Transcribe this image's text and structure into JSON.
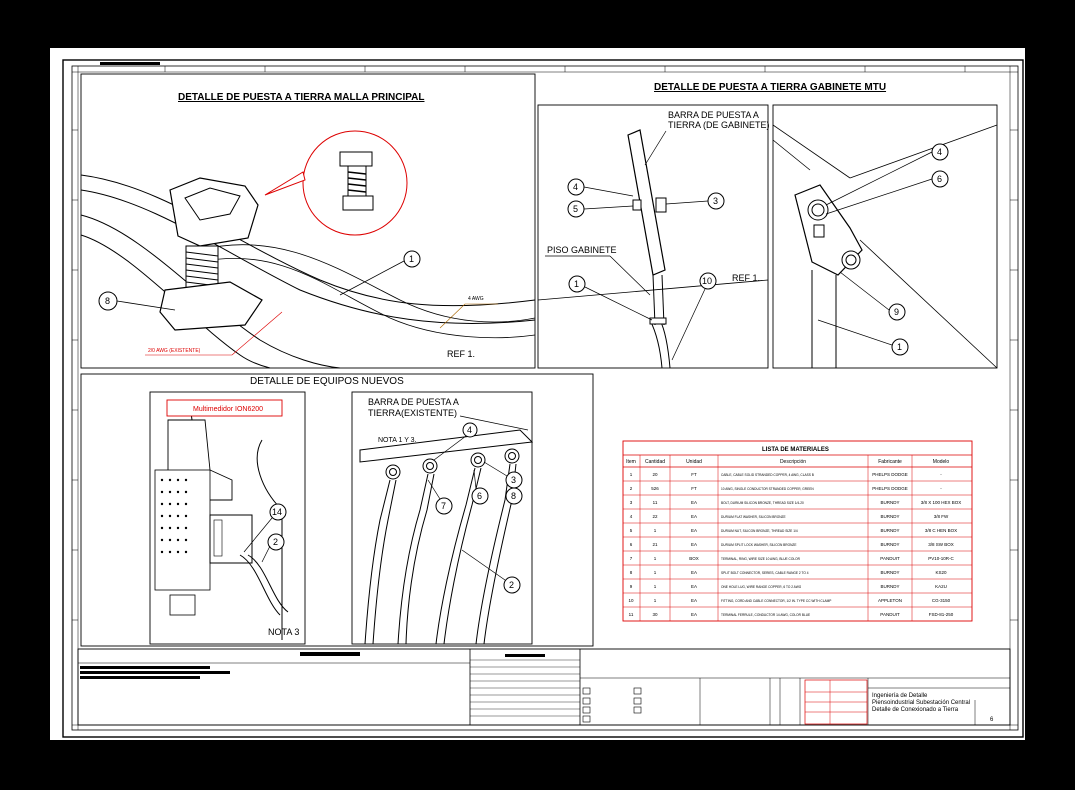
{
  "titles": {
    "main_ground": "DETALLE DE PUESTA A TIERRA MALLA PRINCIPAL",
    "cabinet_ground": "DETALLE DE PUESTA A TIERRA GABINETE MTU",
    "new_equipment": "DETALLE DE EQUIPOS NUEVOS"
  },
  "labels": {
    "awg4": "4 AWG",
    "awg20": "2/0 AWG (EXISTENTE)",
    "ref1": "REF 1.",
    "barra_gabinete": "BARRA DE PUESTA A TIERRA (DE GABINETE)",
    "barra_gabinete_l1": "BARRA DE PUESTA A",
    "barra_gabinete_l2": "TIERRA (DE GABINETE)",
    "piso_gabinete": "PISO GABINETE",
    "multimedidor": "Multimedidor ION6200",
    "barra_existente_l1": "BARRA DE PUESTA A",
    "barra_existente_l2": "TIERRA(EXISTENTE)",
    "nota1y3": "NOTA 1 Y 3.",
    "nota3": "NOTA 3"
  },
  "callouts": {
    "n1": "1",
    "n2": "2",
    "n3": "3",
    "n4": "4",
    "n5": "5",
    "n6": "6",
    "n7": "7",
    "n8": "8",
    "n9": "9",
    "n10": "10",
    "n14": "14"
  },
  "materials": {
    "title": "LISTA DE MATERIALES",
    "headers": [
      "Item",
      "Cantidad",
      "Unidad",
      "Descripción",
      "Fabricante",
      "Modelo"
    ],
    "rows": [
      [
        "1",
        "20",
        "FT",
        "CABLE, CABLE SOLID STRANDED COPPER, 4 AWG, CLASS B",
        "PHELPS DODGE",
        "-"
      ],
      [
        "2",
        "526",
        "FT",
        "10 AWG, SINGLE CONDUCTOR STRANDED COPPER, GREEN",
        "PHELPS DODGE",
        "-"
      ],
      [
        "3",
        "11",
        "EA",
        "BOLT, DURIUM SILICON BRONZE, THREAD SIZE 1/4-20",
        "BURNDY",
        "3/8 X 100 HEX BOX"
      ],
      [
        "4",
        "22",
        "EA",
        "DURIUM FLAT WASHER, SILICON BRONZE",
        "BURNDY",
        "3/8 FW"
      ],
      [
        "5",
        "1",
        "EA",
        "DURIUM NUT, SILICON BRONZE, THREAD SIZE 1/4",
        "BURNDY",
        "3/8 C HEN BOX"
      ],
      [
        "6",
        "21",
        "EA",
        "DURIUM SPLIT LOCK WASHER, SILICON BRONZE",
        "BURNDY",
        "3/8 SW BOX"
      ],
      [
        "7",
        "1",
        "BOX",
        "TERMINAL, RING, WIRE SIZE 10 AWG, BLUE COLOR",
        "PANDUIT",
        "PV10-10R-C"
      ],
      [
        "8",
        "1",
        "EA",
        "SPLIT BOLT CONNECTOR, SERIES, CABLE RANGE 2 TO 4",
        "BURNDY",
        "KS20"
      ],
      [
        "9",
        "1",
        "EA",
        "ONE HOLE LUG, WIRE RANGE COPPER, 6 TO 2 AWG",
        "BURNDY",
        "KA2U"
      ],
      [
        "10",
        "1",
        "EA",
        "FITTING, CORD AND CABLE CONNECTOR, 1/2 IN. TYPE CC WITH CLAMP",
        "APPLETON",
        "CG-3150"
      ],
      [
        "11",
        "30",
        "EA",
        "TERMINAL FERRULE, CONDUCTOR 14 AWG, COLOR BLUE",
        "PANDUIT",
        "FSD-81-250"
      ]
    ]
  },
  "title_block": {
    "line1": "Ingeniería de Detalle",
    "line2": "Piensoindustrial Subestación Central",
    "line3": "Detalle de Conexionado a Tierra",
    "sheet": "6"
  },
  "colors": {
    "background": "#000000",
    "paper": "#ffffff",
    "ink": "#000000",
    "accent_red": "#d00000"
  }
}
